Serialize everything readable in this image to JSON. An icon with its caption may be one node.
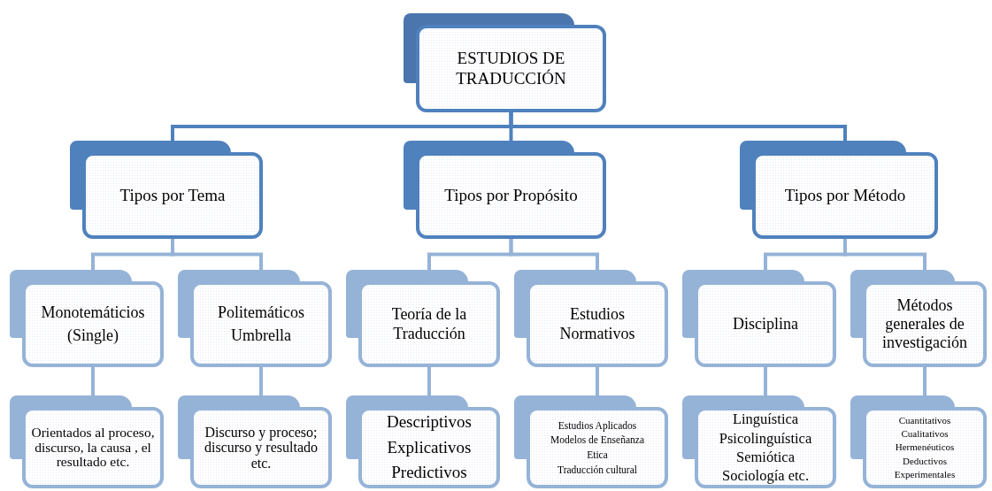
{
  "diagram": {
    "nodes": [
      {
        "text": [
          "ESTUDIOS DE TRADUCCIÓN"
        ]
      },
      {
        "text": [
          "Tipos por Tema"
        ]
      },
      {
        "text": [
          "Tipos por Propósito"
        ]
      },
      {
        "text": [
          "Tipos por Método"
        ]
      },
      {
        "text": [
          "Monotemáticios (Single)"
        ]
      },
      {
        "text": [
          "Politemáticos Umbrella"
        ]
      },
      {
        "text": [
          "Teoría de la Traducción"
        ]
      },
      {
        "text": [
          "Estudios Normativos"
        ]
      },
      {
        "text": [
          "Disciplina"
        ]
      },
      {
        "text": [
          "Métodos generales de investigación"
        ]
      },
      {
        "text": [
          "Orientados al proceso, discurso, la causa , el resultado etc."
        ]
      },
      {
        "text": [
          "Discurso y proceso; discurso y resultado etc."
        ]
      },
      {
        "text": [
          "Descriptivos",
          "Explicativos",
          "Predictivos"
        ]
      },
      {
        "text": [
          "Estudios Aplicados",
          "Modelos de Enseñanza",
          "Etica",
          "Traducción cultural"
        ]
      },
      {
        "text": [
          "Linguística",
          "Psicolinguística",
          "Semiótica",
          "Sociología etc."
        ]
      },
      {
        "text": [
          "Cuantitativos",
          "Cualitativos",
          "Hermenéuticos",
          "Deductivos",
          "Experimentales"
        ]
      }
    ],
    "edges": [
      {
        "from": 0,
        "to": 1,
        "arrow": "none",
        "color": "#4f81bd"
      },
      {
        "from": 0,
        "to": 2,
        "arrow": "none",
        "color": "#4f81bd"
      },
      {
        "from": 0,
        "to": 3,
        "arrow": "none",
        "color": "#4f81bd"
      },
      {
        "from": 1,
        "to": 4,
        "arrow": "none"
      },
      {
        "from": 1,
        "to": 5,
        "arrow": "none"
      },
      {
        "from": 2,
        "to": 6,
        "arrow": "none"
      },
      {
        "from": 2,
        "to": 7,
        "arrow": "none"
      },
      {
        "from": 3,
        "to": 8,
        "arrow": "none"
      },
      {
        "from": 3,
        "to": 9,
        "arrow": "none"
      },
      {
        "from": 4,
        "to": 10,
        "arrow": "none"
      },
      {
        "from": 5,
        "to": 11,
        "arrow": "none"
      },
      {
        "from": 6,
        "to": 12,
        "arrow": "none"
      },
      {
        "from": 7,
        "to": 13,
        "arrow": "none"
      },
      {
        "from": 8,
        "to": 14,
        "arrow": "none"
      },
      {
        "from": 9,
        "to": 15,
        "arrow": "none"
      }
    ]
  }
}
